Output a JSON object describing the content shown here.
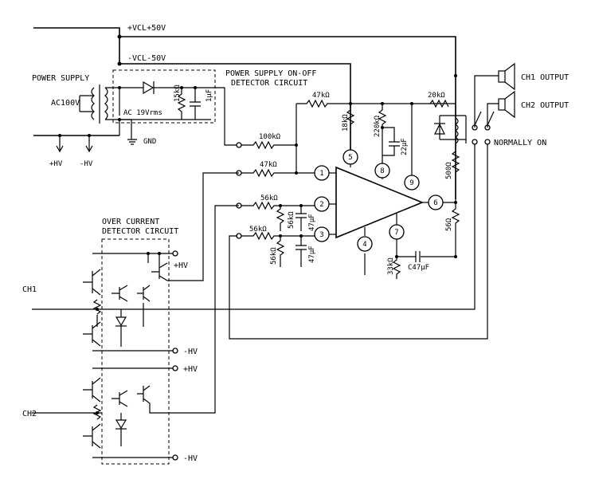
{
  "labels": {
    "vcl_pos": "+VCL+50V",
    "vcl_neg": "-VCL-50V",
    "power_supply": "POWER SUPPLY",
    "ac100v": "AC100V",
    "ac_19vrms": "AC  19Vrms",
    "r_15k": "15kΩ",
    "c_1uf": "1μF",
    "gnd": "GND",
    "plus_hv": "+HV",
    "minus_hv": "-HV",
    "psod_title_1": "POWER SUPPLY ON-OFF",
    "psod_title_2": "DETECTOR CIRCUIT",
    "r_47k_top": "47kΩ",
    "r_18k": "18kΩ",
    "r_220k": "220kΩ",
    "c_22uf": "22μF",
    "r_20k": "20kΩ",
    "r_100k": "100kΩ",
    "r_47k_in": "47kΩ",
    "r_56k_a": "56kΩ",
    "r_56k_b": "56kΩ",
    "r_56k_c": "56kΩ",
    "r_56k_d": "56kΩ",
    "c_47uf_a": "47μF",
    "c_47uf_b": "47μF",
    "r_33k": "33kΩ",
    "c_47uf_c": "C47μF",
    "r_500": "500Ω",
    "r_56_out": "56Ω",
    "ocd_title_1": "OVER CURRENT",
    "ocd_title_2": "DETECTOR CIRCUIT",
    "ch1_output": "CH1 OUTPUT",
    "ch2_output": "CH2 OUTPUT",
    "normally_on": "NORMALLY ON",
    "ch1": "CH1",
    "ch2": "CH2",
    "plus_hv_b": "+HV",
    "minus_hv_1": "-HV",
    "plus_hv_2": "+HV",
    "minus_hv_2": "-HV"
  },
  "ic_pins": [
    "1",
    "2",
    "3",
    "4",
    "5",
    "6",
    "7",
    "8",
    "9"
  ]
}
